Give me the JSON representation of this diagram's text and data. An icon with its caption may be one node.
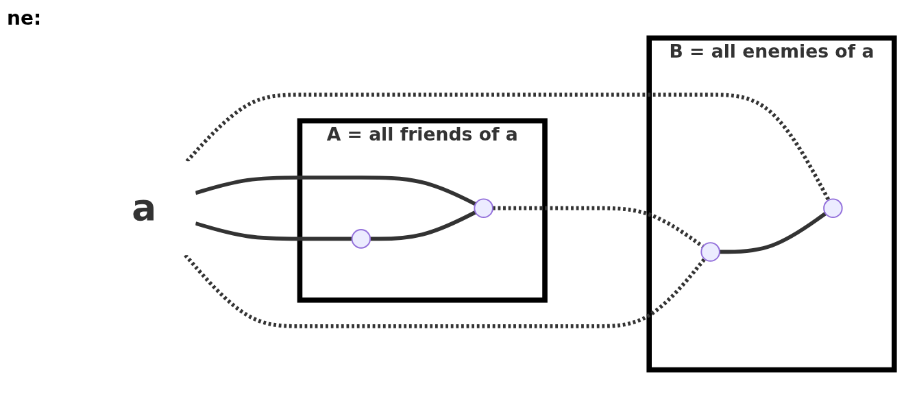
{
  "diagram": {
    "nodes": [
      {
        "text": [
          "a"
        ]
      },
      {
        "text": [
          "A = all friends of a"
        ]
      },
      {
        "text": [],
        "shape": "circle",
        "in": 1
      },
      {
        "text": [],
        "shape": "circle",
        "in": 1
      },
      {
        "text": [
          "B = all enemies of a"
        ]
      },
      {
        "text": [],
        "shape": "circle",
        "in": 4
      },
      {
        "text": [],
        "shape": "circle",
        "in": 4
      }
    ],
    "edges": [
      {
        "from": 0,
        "to": 2,
        "arrow": "none"
      },
      {
        "from": 0,
        "to": 3,
        "arrow": "none"
      },
      {
        "from": 2,
        "to": 3,
        "arrow": "none"
      },
      {
        "from": 3,
        "to": 5,
        "arrow": "none",
        "style": "dashed"
      },
      {
        "from": 0,
        "to": 5,
        "arrow": "none",
        "style": "dashed"
      },
      {
        "from": 0,
        "to": 6,
        "arrow": "none",
        "style": "dashed"
      },
      {
        "from": 5,
        "to": 6,
        "arrow": "none"
      }
    ],
    "labels": [
      "ne:"
    ]
  }
}
